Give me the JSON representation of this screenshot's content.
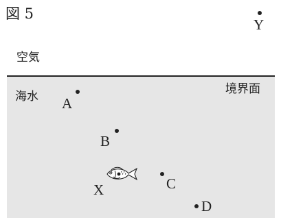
{
  "figure": {
    "title": "図 5",
    "air_label": "空気",
    "seawater_label": "海水",
    "boundary_label": "境界面"
  },
  "points": {
    "a": "A",
    "b": "B",
    "c": "C",
    "d": "D",
    "x": "X",
    "y": "Y"
  },
  "icons": {
    "fish": "fish-icon"
  }
}
